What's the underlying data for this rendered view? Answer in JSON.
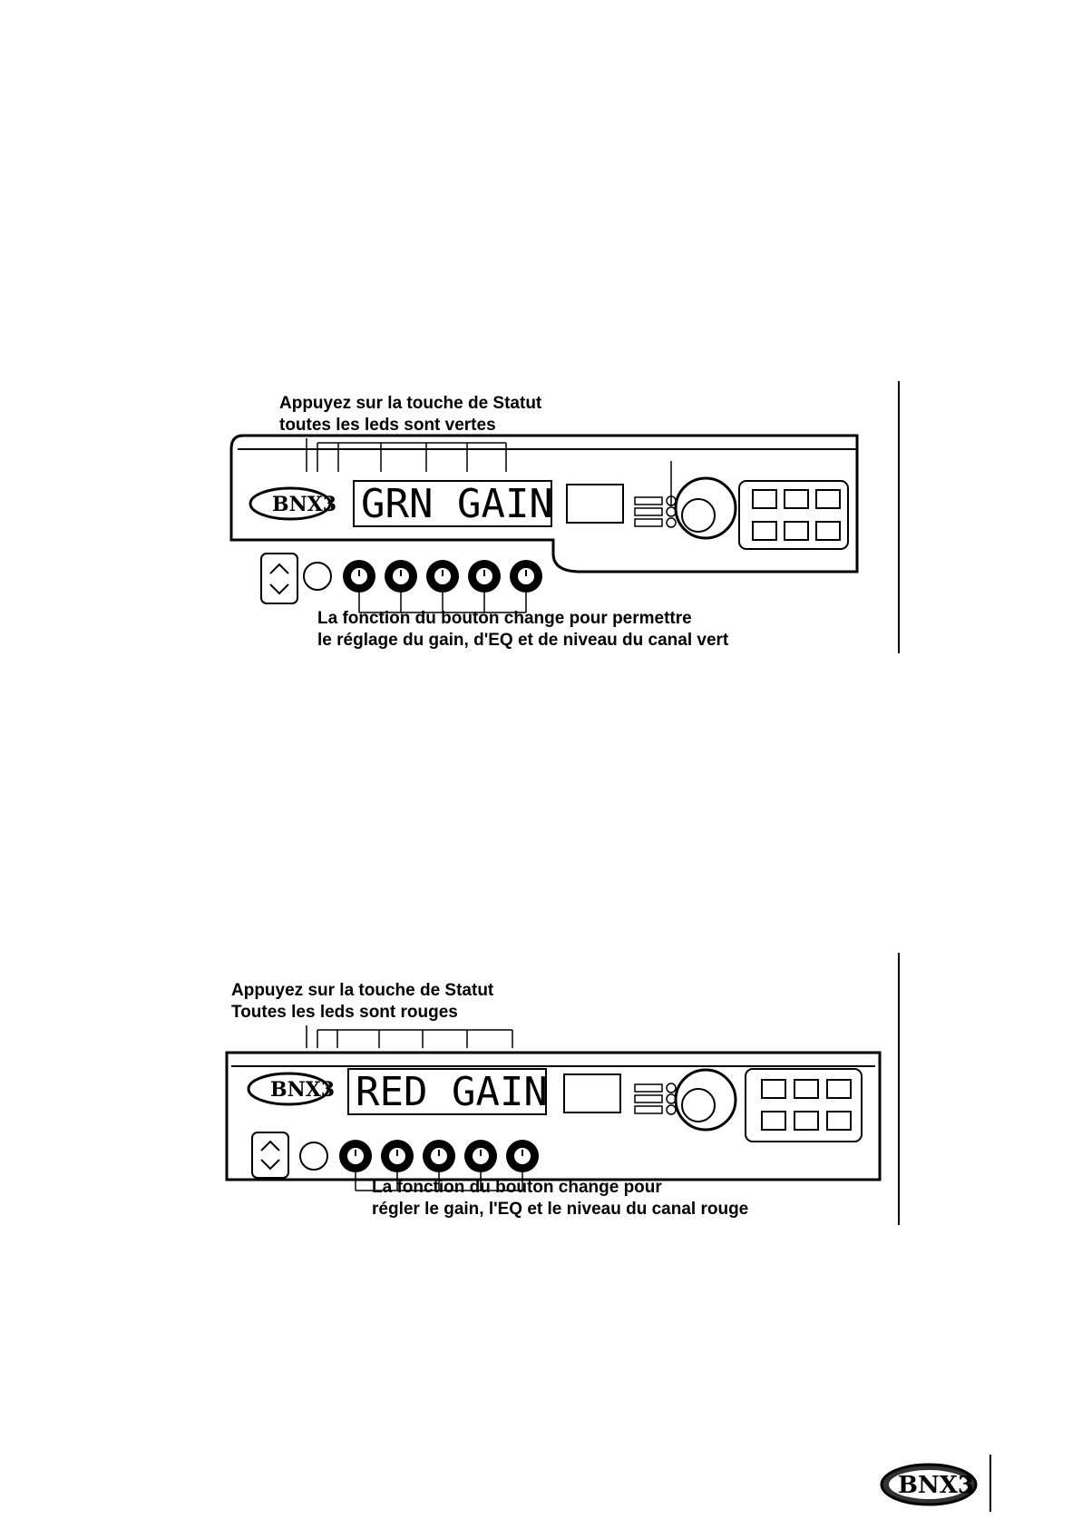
{
  "figure1": {
    "caption_top_line1": "Appuyez sur la touche de Statut",
    "caption_top_line2": "toutes les leds sont vertes",
    "display_text": "GRN GAIN",
    "caption_bottom_line1": "La fonction du bouton change pour permettre",
    "caption_bottom_line2": "le réglage du  gain, d'EQ  et de niveau du canal vert"
  },
  "figure2": {
    "caption_top_line1": "Appuyez sur la touche de Statut",
    "caption_top_line2": "Toutes les leds sont rouges",
    "display_text": "RED GAIN",
    "caption_bottom_line1": "La fonction du bouton change pour",
    "caption_bottom_line2": "régler le gain, l'EQ et le niveau du canal rouge"
  },
  "logo_text": "BNX3",
  "icons": [
    "knob-icon",
    "data-wheel-icon",
    "footswitch-icon",
    "bnx3-logo-icon"
  ]
}
